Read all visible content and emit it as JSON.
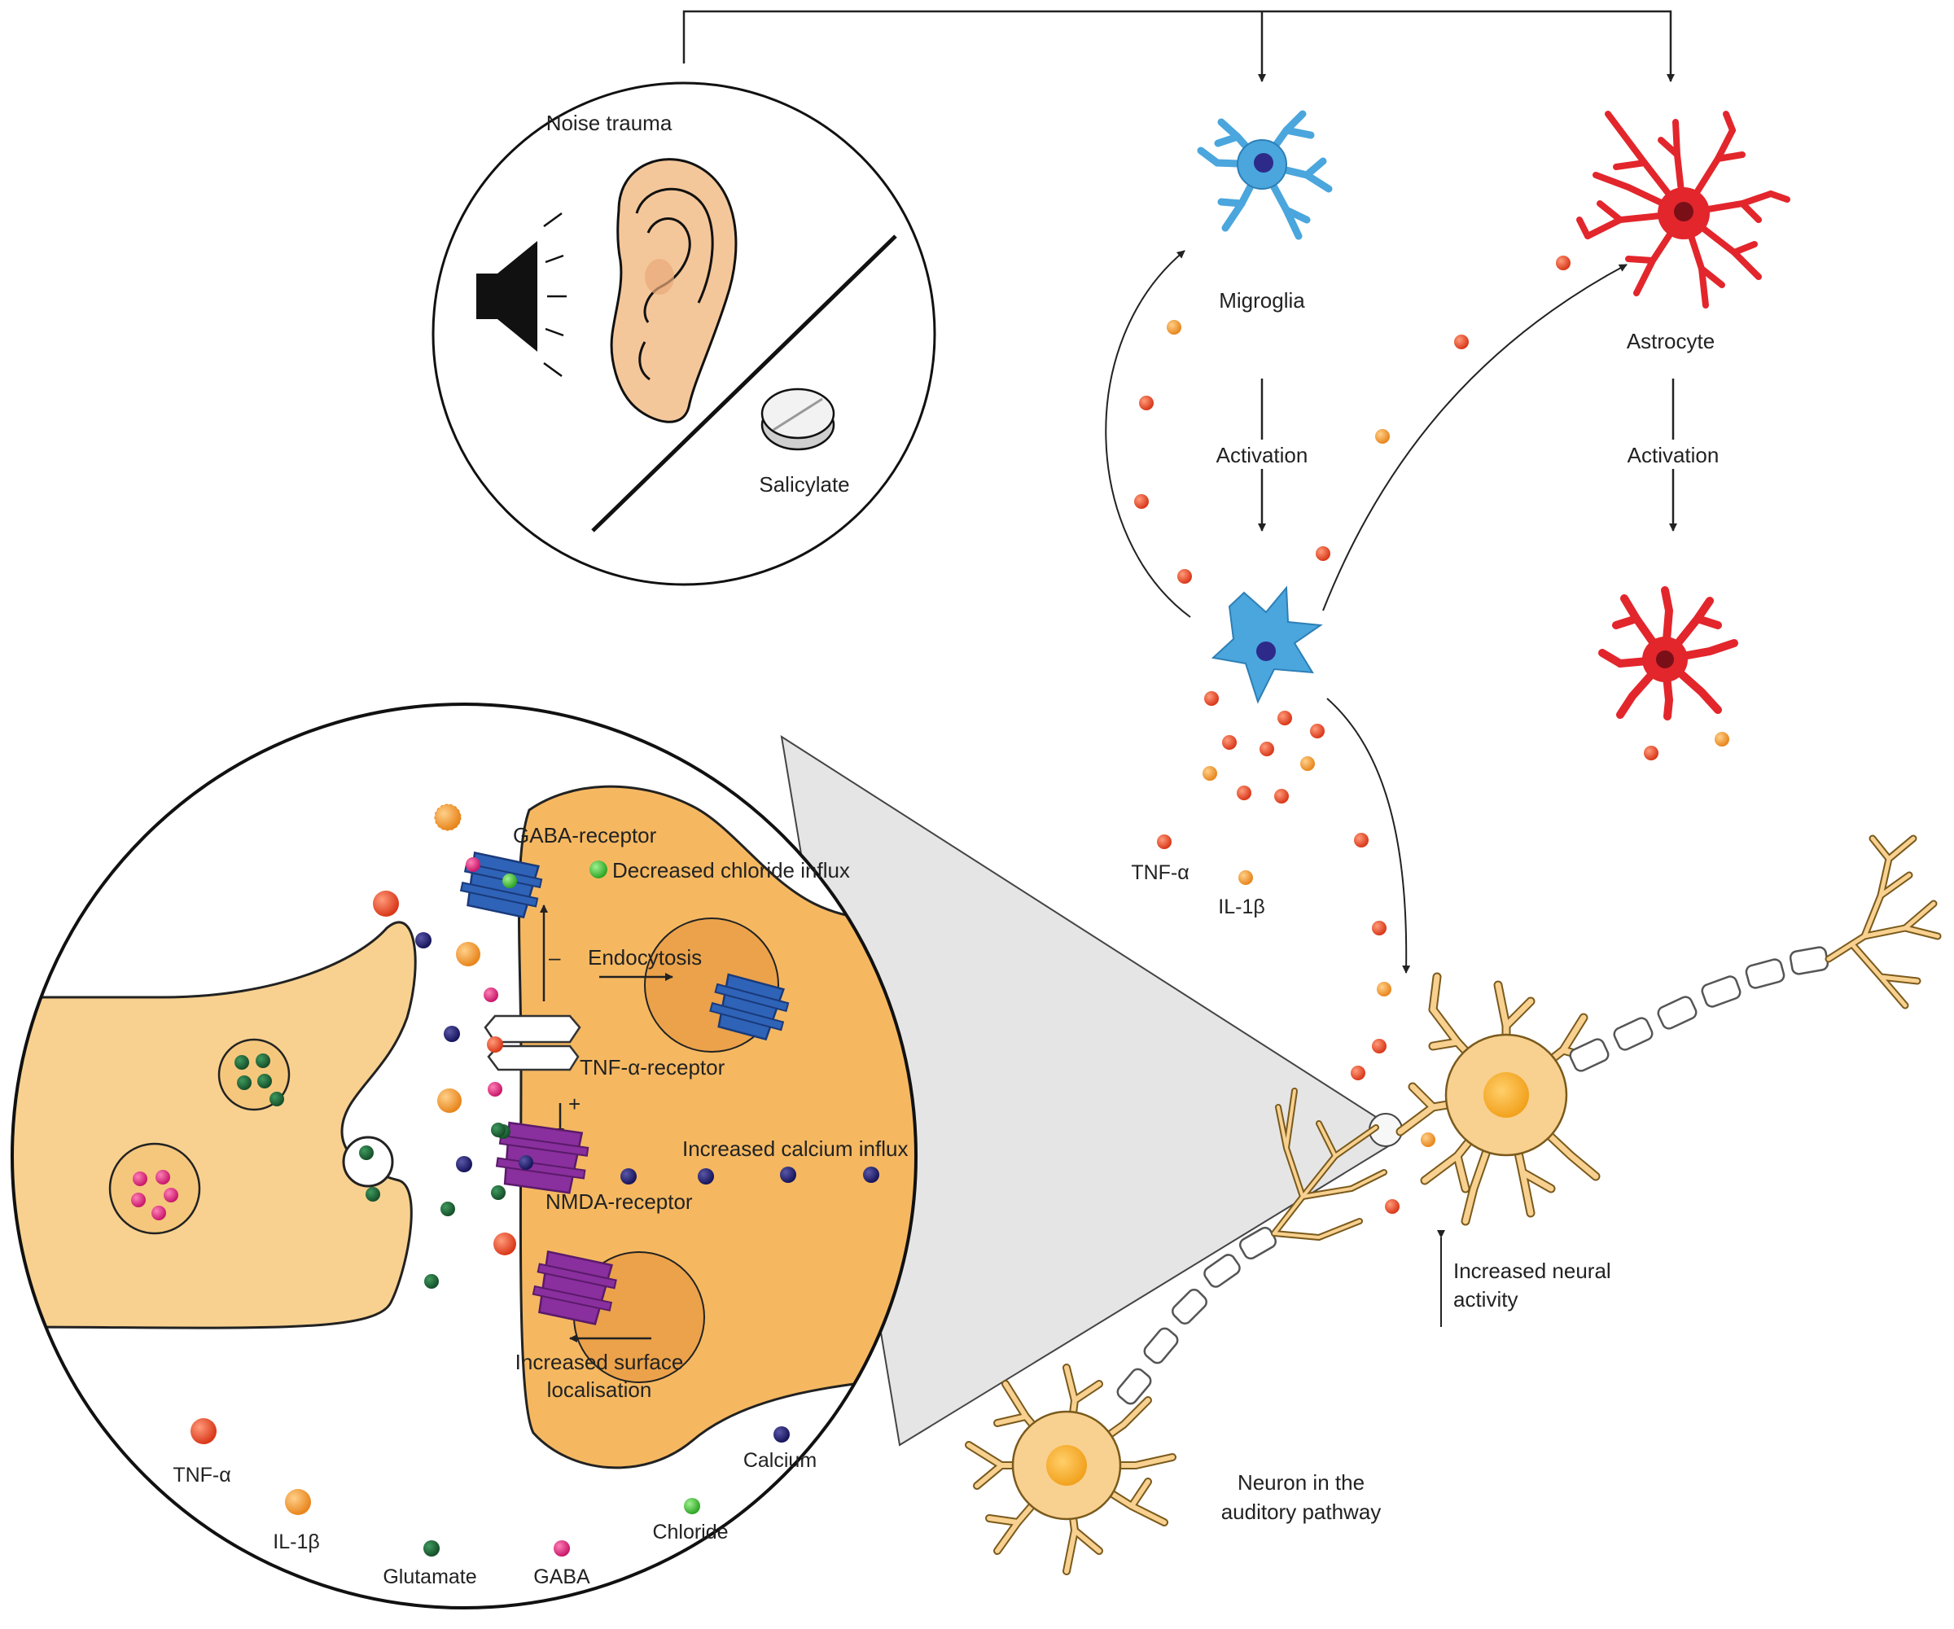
{
  "trigger": {
    "noise_label": "Noise trauma",
    "salicylate_label": "Salicylate"
  },
  "glia": {
    "microglia_label": "Migroglia",
    "astrocyte_label": "Astrocyte",
    "activation_label": "Activation",
    "tnf_label": "TNF-α",
    "il1b_label": "IL-1β"
  },
  "neuron": {
    "increased_activity_line1": "Increased neural",
    "increased_activity_line2": "activity",
    "pathway_line1": "Neuron in the",
    "pathway_line2": "auditory pathway"
  },
  "synapse": {
    "gaba_receptor": "GABA-receptor",
    "decreased_chloride": "Decreased chloride influx",
    "minus": "–",
    "endocytosis": "Endocytosis",
    "tnf_receptor": "TNF-α-receptor",
    "plus": "+",
    "increased_calcium": "Increased calcium influx",
    "nmda_receptor": "NMDA-receptor",
    "surface_line1": "Increased surface",
    "surface_line2": "localisation"
  },
  "legend": {
    "tnf": "TNF-α",
    "il1b": "IL-1β",
    "glutamate": "Glutamate",
    "gaba": "GABA",
    "chloride": "Chloride",
    "calcium": "Calcium"
  },
  "colors": {
    "tnf": "#e8461f",
    "il1b": "#f29a2e",
    "glutamate": "#1f6b3a",
    "gaba": "#e2277f",
    "chloride": "#45c23c",
    "calcium": "#22206a",
    "microglia": "#4aa6dd",
    "astrocyte": "#e2262c",
    "post_synapse": "#f5b861",
    "pre_synapse": "#f8d190",
    "gaba_receptor": "#2e63b8",
    "nmda_receptor": "#8a2f9e"
  }
}
